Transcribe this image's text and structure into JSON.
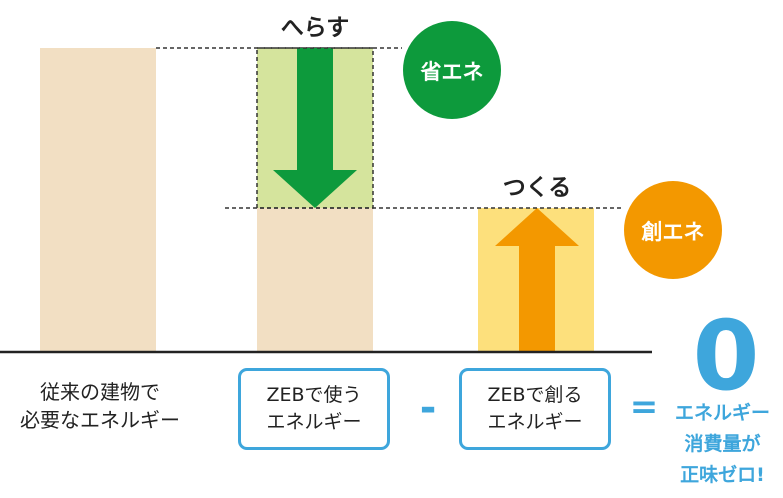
{
  "colors": {
    "beige": "#f2dfc3",
    "light_green": "#d5e49d",
    "green": "#0d9a3c",
    "light_yellow": "#fde07c",
    "orange": "#f39800",
    "blue": "#3ea6dc",
    "baseline": "#222222"
  },
  "labels": {
    "reduce": "へらす",
    "create": "つくる",
    "energy_saving": "省エネ",
    "energy_creation": "創エネ",
    "conventional_line1": "従来の建物で",
    "conventional_line2": "必要なエネルギー",
    "zeb_use_line1": "ZEBで使う",
    "zeb_use_line2": "エネルギー",
    "minus": "-",
    "zeb_create_line1": "ZEBで創る",
    "zeb_create_line2": "エネルギー",
    "equals": "=",
    "zero": "0",
    "result_line1": "エネルギー",
    "result_line2": "消費量が",
    "result_line3": "正味ゼロ!"
  }
}
